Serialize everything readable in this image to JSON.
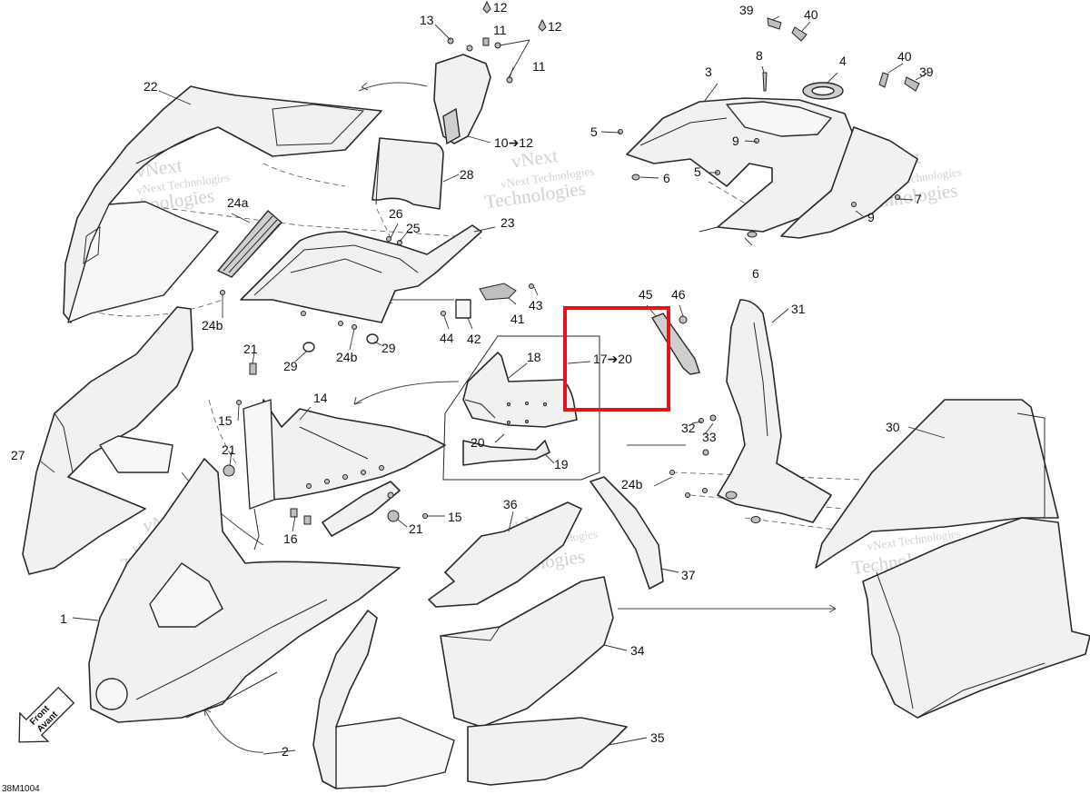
{
  "diagram": {
    "reference_code": "38M1004",
    "front_arrow_label_line1": "Front",
    "front_arrow_label_line2": "Avant",
    "highlight_color": "#e0161b",
    "watermark": {
      "line1": "vNext Technologies",
      "line2": "vNext",
      "line3": "Technologies"
    },
    "callouts": {
      "c1": "1",
      "c2": "2",
      "c3": "3",
      "c4": "4",
      "c5a": "5",
      "c5b": "5",
      "c6a": "6",
      "c6b": "6",
      "c7": "7",
      "c8": "8",
      "c9a": "9",
      "c9b": "9",
      "c10_12": "10➔12",
      "c11a": "11",
      "c11b": "11",
      "c12a": "12",
      "c12b": "12",
      "c13": "13",
      "c14": "14",
      "c15a": "15",
      "c15b": "15",
      "c16": "16",
      "c17_20": "17➔20",
      "c18": "18",
      "c19": "19",
      "c20": "20",
      "c21a": "21",
      "c21b": "21",
      "c21c": "21",
      "c22": "22",
      "c23": "23",
      "c24a": "24a",
      "c24b_1": "24b",
      "c24b_2": "24b",
      "c24b_3": "24b",
      "c25": "25",
      "c26": "26",
      "c27": "27",
      "c28": "28",
      "c29a": "29",
      "c29b": "29",
      "c30": "30",
      "c31": "31",
      "c32": "32",
      "c33": "33",
      "c34": "34",
      "c35": "35",
      "c36": "36",
      "c37": "37",
      "c39a": "39",
      "c39b": "39",
      "c40a": "40",
      "c40b": "40",
      "c41": "41",
      "c42": "42",
      "c43": "43",
      "c44": "44",
      "c45": "45",
      "c46": "46"
    }
  }
}
